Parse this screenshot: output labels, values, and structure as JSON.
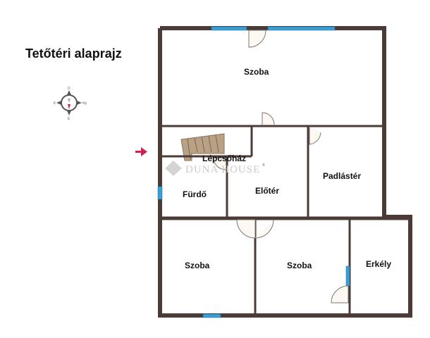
{
  "title": "Tetőtéri alaprajz",
  "compass": {
    "n": "É",
    "s": "D",
    "e": "K",
    "w": "Ny"
  },
  "watermark": "DUNA HOUSE",
  "watermark_mark": "®",
  "rooms": {
    "szoba_top": "Szoba",
    "lepcsohaz": "Lépcsőház",
    "furdo": "Fürdő",
    "eloter": "Előtér",
    "padlaster": "Padlástér",
    "szoba_bl": "Szoba",
    "szoba_bm": "Szoba",
    "erkely": "Erkély"
  },
  "colors": {
    "wall": "#4b3b36",
    "window": "#3a9fd6",
    "arrow": "#d2204f",
    "stair": "#b8a184"
  }
}
